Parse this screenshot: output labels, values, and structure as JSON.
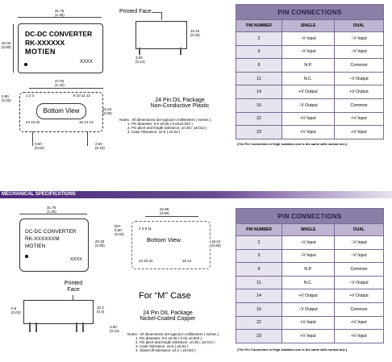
{
  "top": {
    "front": {
      "line1": "DC-DC CONVERTER",
      "line2": "RK-XXXXXX",
      "brand": "MOTIEN",
      "code": "XXXX"
    },
    "dim_width": "31.75",
    "dim_width_in": "(1.25)",
    "dim_height": "20.32",
    "dim_height_in": "(0.80)",
    "side": {
      "printed_face": "Printed Face",
      "h": "10.16",
      "h_in": "(0.40)",
      "pin": "3.00",
      "pin_in": "(0.12)"
    },
    "bottom": {
      "label": "Bottom View",
      "pins_left": "24 23 22",
      "pins_right": "15 14 13",
      "pins_b_left": "1 2 3",
      "pins_b_right": "9 10 11 12",
      "dim_w": "27.94",
      "dim_w_in": "(1.10)",
      "dim_h": "15.24",
      "dim_h_in": "(0.60)",
      "dim_d": "0.50",
      "dim_d_in": "(0.02)",
      "dim_p": "0.50",
      "dim_p_in": "(0.02)",
      "dim_s": "2.54",
      "dim_s_in": "(0.10)"
    },
    "package": {
      "line1": "24 Pin DIL Package",
      "line2": "Non-Conductive Plastic"
    },
    "notes": [
      "Notes : All dimensions are typical in millimeters ( inches ).",
      "1. Pin diameter: 0.5 ±0.05 ( 0.02±0.002 )",
      "2. Pin pitch and length tolerance: ±0.35 ( ±0.014 )",
      "3. Case Tolerance: ±0.5 ( ±0.02 )"
    ],
    "table": {
      "title": "PIN CONNECTIONS",
      "headers": [
        "PIN NUMBER",
        "SINGLE",
        "DUAL"
      ],
      "rows": [
        [
          "2",
          "−V Input",
          "−V Input"
        ],
        [
          "3",
          "−V Input",
          "−V Input"
        ],
        [
          "9",
          "N.P.",
          "Common"
        ],
        [
          "11",
          "N.C.",
          "−V Output"
        ],
        [
          "14",
          "+V Output",
          "+V Output"
        ],
        [
          "16",
          "−V Output",
          "Common"
        ],
        [
          "22",
          "+V Input",
          "+V Input"
        ],
        [
          "23",
          "+V Input",
          "+V Input"
        ]
      ],
      "note": "(The Pin Connection of high isolation one is the same with normal one.)"
    }
  },
  "section_title": "MECHANICAL SPECIFICATIONS",
  "bottom_sec": {
    "front": {
      "line1": "DC-DC CONVERTER",
      "line2": "RK-XXXXXXM",
      "brand": "MOTIEN",
      "code": "XXXX"
    },
    "dim_width": "31.75",
    "dim_width_in": "(1.25)",
    "dim_height": "20.32",
    "dim_height_in": "(0.80)",
    "bottom": {
      "label": "Bottom View",
      "dim_w": "22.86",
      "dim_w_in": "(0.90)",
      "dim_h": "15.24",
      "dim_h_in": "(0.60)",
      "dim_dia": "DIA",
      "dia_v": "0.50",
      "dia_in": "(0.02)",
      "pins_left": "24 23 22",
      "pins_right": "16 14",
      "pins_b": "2 3 9 11"
    },
    "side": {
      "printed_face": "Printed Face",
      "h": "10.2",
      "h_in": "(0.4)",
      "w": "0.5",
      "w_in": "(0.02)",
      "pin": "3.00",
      "pin_in": "(0.12)"
    },
    "case_title": "For “M” Case",
    "package": {
      "line1": "24 Pin DIL Package",
      "line2": "Nickel-Coated Copper"
    },
    "notes": [
      "Notes : All dimensions are typical in millimeters ( inches ).",
      "1. Pin diameter: 0.5 ±0.05 ( 0.02 ±0.002 )",
      "2. Pin pitch and length tolerance: ±0.35 ( ±0.014 )",
      "3. Case Tolerance: ±0.5 ( ±0.02 )",
      "4. Stand-off tolerance: ±0.1 ( ±0.004 )"
    ],
    "table": {
      "title": "PIN CONNECTIONS",
      "headers": [
        "PIN NUMBER",
        "SINGLE",
        "DUAL"
      ],
      "rows": [
        [
          "2",
          "−V Input",
          "−V Input"
        ],
        [
          "3",
          "−V Input",
          "−V Input"
        ],
        [
          "9",
          "N.P.",
          "Common"
        ],
        [
          "11",
          "N.C.",
          "−V Output"
        ],
        [
          "14",
          "+V Output",
          "+V Output"
        ],
        [
          "16",
          "−V Output",
          "Common"
        ],
        [
          "22",
          "+V Input",
          "+V Input"
        ],
        [
          "23",
          "+V Input",
          "+V Input"
        ]
      ],
      "note": "(The Pin Connection of high isolation one is the same with normal one.)"
    }
  },
  "colors": {
    "title_bar": "#8b7fa8",
    "header": "#bfb5d2",
    "banner": "#4b2a78"
  }
}
